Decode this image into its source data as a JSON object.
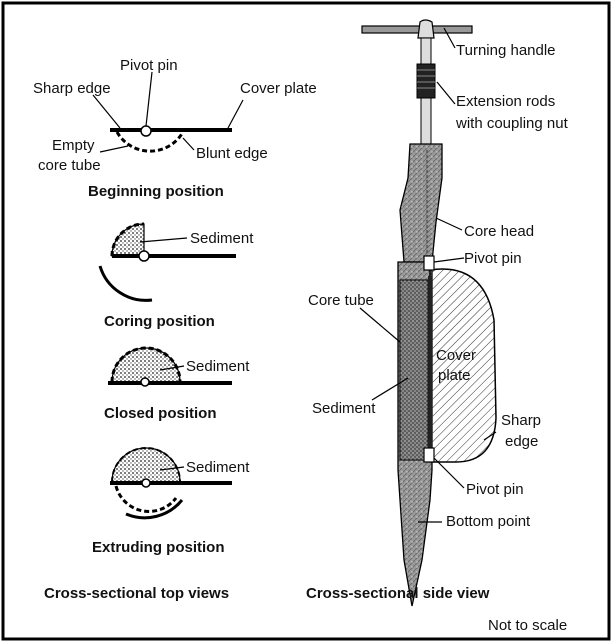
{
  "top_views": {
    "beginning": {
      "sharp_edge": "Sharp edge",
      "pivot_pin": "Pivot pin",
      "cover_plate": "Cover plate",
      "empty_core_tube_line1": "Empty",
      "empty_core_tube_line2": "core  tube",
      "blunt_edge": "Blunt edge",
      "caption": "Beginning position"
    },
    "coring": {
      "sediment": "Sediment",
      "caption": "Coring position"
    },
    "closed": {
      "sediment": "Sediment",
      "caption": "Closed position"
    },
    "extruding": {
      "sediment": "Sediment",
      "caption": "Extruding position"
    },
    "footer": "Cross-sectional top views"
  },
  "side_view": {
    "turning_handle": "Turning handle",
    "extension_rods_line1": "Extension rods",
    "extension_rods_line2": "with coupling nut",
    "core_head": "Core head",
    "pivot_pin_top": "Pivot pin",
    "core_tube": "Core tube",
    "cover_line1": "Cover",
    "cover_line2": "plate",
    "sediment": "Sediment",
    "sharp_line1": "Sharp",
    "sharp_line2": "edge",
    "pivot_pin_bottom": "Pivot pin",
    "bottom_point": "Bottom point",
    "footer": "Cross-sectional side view"
  },
  "scale_note": "Not to scale"
}
